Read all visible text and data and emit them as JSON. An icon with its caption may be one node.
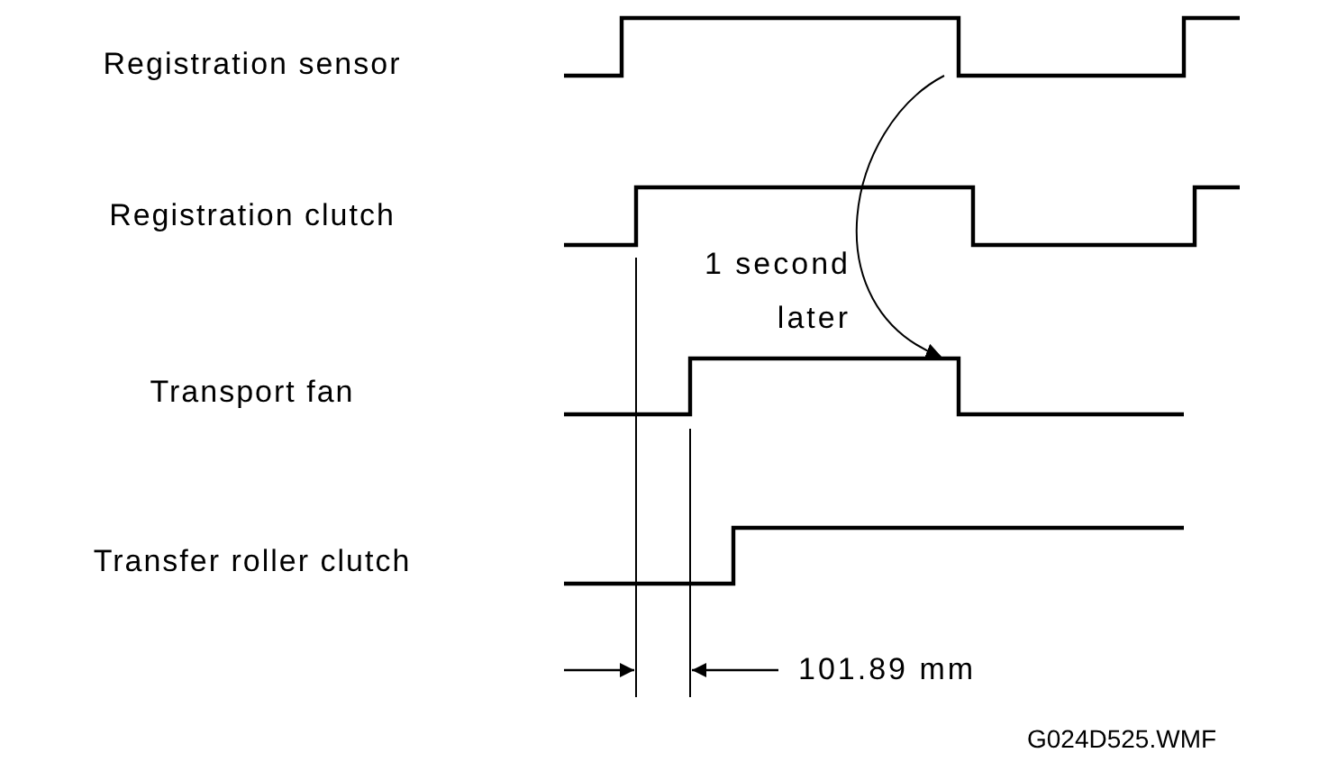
{
  "diagram": {
    "nodes": [
      {
        "text": [],
        "shape": "picture"
      },
      {
        "text": [],
        "shape": "picture"
      }
    ],
    "edges": [
      {
        "from": 0,
        "to": 1,
        "arrow": "to"
      }
    ],
    "labels": [
      "Registration sensor",
      "Registration clutch",
      "Transport fan",
      "Transfer roller clutch",
      "1 second later",
      "101.89 mm",
      "G024D525.WMF"
    ]
  }
}
